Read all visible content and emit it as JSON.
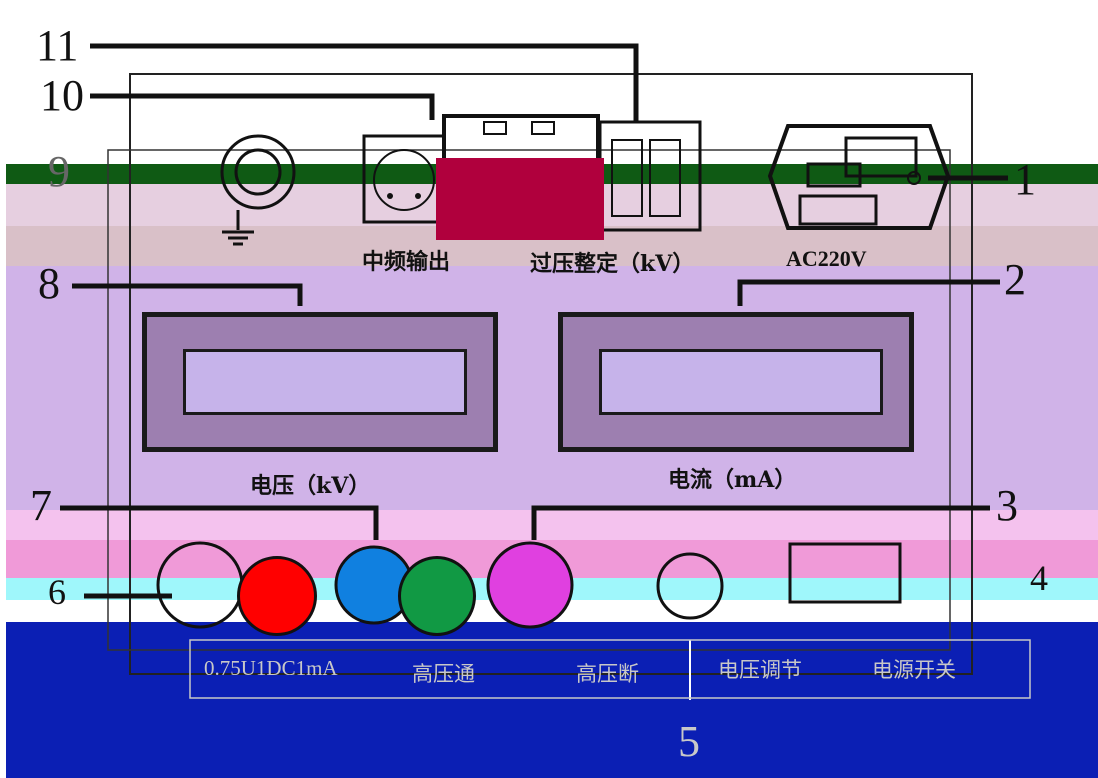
{
  "callouts": {
    "n1": "1",
    "n2": "2",
    "n3": "3",
    "n4": "4",
    "n5": "5",
    "n6": "6",
    "n7": "7",
    "n8": "8",
    "n9": "9",
    "n10": "10",
    "n11": "11"
  },
  "top_panel": {
    "mid_freq_output": "中频输出",
    "overvoltage_setting": "过压整定（kV）",
    "power_input": "AC220V"
  },
  "displays": {
    "voltage_label": "电压（kV）",
    "current_label": "电流（mA）"
  },
  "bottom_panel": {
    "label_1": "0.75U1DC1mA",
    "label_2": "高压通",
    "label_3": "高压断",
    "label_4": "电压调节",
    "label_5": "电源开关"
  },
  "colors": {
    "panel_purple": "#d0b3e8",
    "display_frame": "#9d7fb0",
    "display_screen": "#c6b3ea",
    "bottom_blue": "#0b1fb4",
    "led_red": "#ff0000",
    "led_green": "#119944",
    "accent_crimson": "#b0003d"
  }
}
